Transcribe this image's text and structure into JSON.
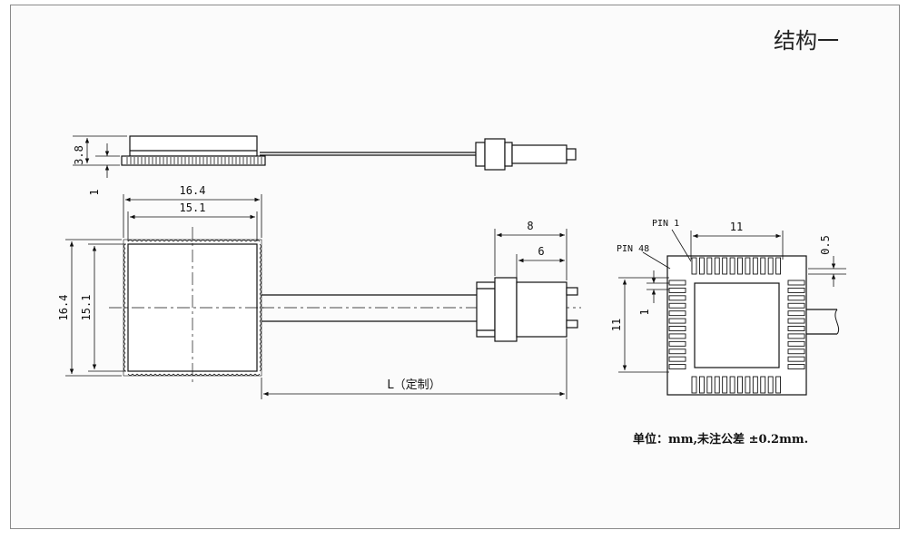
{
  "title": "结构一",
  "note": "单位：mm,未注公差 ±0.2mm.",
  "side_view": {
    "height_dim": "3.8",
    "base_dim": "1"
  },
  "top_view": {
    "width_outer": "16.4",
    "width_inner": "15.1",
    "height_outer": "16.4",
    "height_inner": "15.1",
    "connector_dim_a": "8",
    "connector_dim_b": "6",
    "length_label": "L（定制）"
  },
  "pin_view": {
    "pin1_label": "PIN 1",
    "pin48_label": "PIN 48",
    "top_span": "11",
    "side_span": "11",
    "pin_width": "1",
    "pin_gap": "0.5"
  }
}
